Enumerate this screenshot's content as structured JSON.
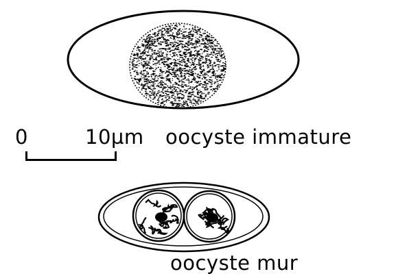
{
  "figure": {
    "scale_bar": {
      "start_label": "0",
      "end_label": "10µm"
    },
    "immature": {
      "label": "oocyste immature"
    },
    "mature": {
      "label": "oocyste mur"
    }
  },
  "colors": {
    "ink": "#000000",
    "background": "#ffffff"
  }
}
